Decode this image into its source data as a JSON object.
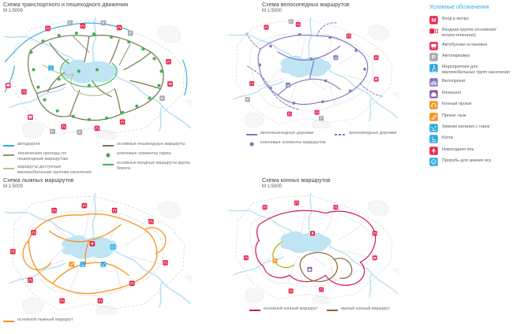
{
  "palette": {
    "water": "#b5e0f2",
    "lake": "#bfe4f4",
    "boundary": "#cfd1d2",
    "ghost": "#e6e6e6",
    "road": "#29abe2",
    "pedestrian": "#71764f",
    "tech": "#8d9178",
    "accessible": "#bcc394",
    "green": "#3cb54a",
    "purple": "#8678bf",
    "orange": "#f7941d",
    "magenta": "#d4145a",
    "brown": "#8c6239",
    "lime": "#a8b400",
    "red": "#e8274b",
    "gray": "#a7a9ac",
    "blue": "#29abe2",
    "stable": "#8b5ea7"
  },
  "maps": [
    {
      "title": "Схема транспортного и пешеходного движения",
      "scale": "М 1:5000",
      "legend_columns": [
        [
          {
            "label": "автодороги",
            "swatch": "line",
            "color": "#29abe2"
          },
          {
            "label": "технические проезды по пешеходным маршрутам",
            "swatch": "line",
            "color": "#8d9178"
          },
          {
            "label": "маршруты доступные маломобильным группам населения",
            "swatch": "line",
            "color": "#bcc394"
          }
        ],
        [
          {
            "label": "основные пешеходные маршруты",
            "swatch": "line",
            "color": "#71764f"
          },
          {
            "label": "ключевые элементы парка",
            "swatch": "dot",
            "color": "#3cb54a"
          },
          {
            "label": "основные входные маршруты вдоль берега",
            "swatch": "line",
            "color": "#3cb54a"
          }
        ]
      ]
    },
    {
      "title": "Схема велосипедных маршрутов",
      "scale": "М 1:5000",
      "legend_columns": [
        [
          {
            "label": "велопешеходные дорожки",
            "swatch": "line",
            "color": "#8678bf"
          },
          {
            "label": "ключевые элементы маршрутов",
            "swatch": "dot",
            "color": "#8678bf"
          }
        ],
        [
          {
            "label": "велосипедные дорожки",
            "swatch": "dash",
            "color": "#8678bf"
          }
        ]
      ]
    },
    {
      "title": "Схема лыжных маршрутов",
      "scale": "М 1:5000",
      "legend_columns": [
        [
          {
            "label": "основной лыжный маршрут",
            "swatch": "line",
            "color": "#f7941d"
          }
        ]
      ]
    },
    {
      "title": "Схема конных маршрутов",
      "scale": "М 1:5000",
      "legend_columns": [
        [
          {
            "label": "основной конный маршрут",
            "swatch": "line",
            "color": "#d4145a"
          }
        ],
        [
          {
            "label": "малый конный маршрут",
            "swatch": "line",
            "color": "#8c6239"
          }
        ]
      ]
    }
  ],
  "legend_panel": {
    "title": "Условные обозначения",
    "items": [
      {
        "label": "Вход в метро",
        "icon": "metro",
        "color": "#e8274b"
      },
      {
        "label": "Входная группа (основная/второстепенная)",
        "icon": "entrance-pair",
        "color": "#e8274b"
      },
      {
        "label": "Автобусная остановка",
        "icon": "bus",
        "color": "#e8274b"
      },
      {
        "label": "Автопарковка",
        "icon": "parking",
        "color": "#a7a9ac"
      },
      {
        "label": "Мероприятия для маломобильных групп населения",
        "icon": "accessibility",
        "color": "#29abe2"
      },
      {
        "label": "Велопрокат",
        "icon": "bike",
        "color": "#8678bf"
      },
      {
        "label": "Конюшня",
        "icon": "stable",
        "color": "#8b5ea7"
      },
      {
        "label": "Конный прокат",
        "icon": "horse",
        "color": "#f7941d"
      },
      {
        "label": "Прокат лыж",
        "icon": "ski",
        "color": "#f7941d"
      },
      {
        "label": "Зимние катания с горок",
        "icon": "sled",
        "color": "#29abe2"
      },
      {
        "label": "Каток",
        "icon": "skate",
        "color": "#29abe2"
      },
      {
        "label": "Новогодняя ель",
        "icon": "tree",
        "color": "#e8274b"
      },
      {
        "label": "Прорубь для зимних игр",
        "icon": "icehole",
        "color": "#29abe2"
      }
    ]
  }
}
